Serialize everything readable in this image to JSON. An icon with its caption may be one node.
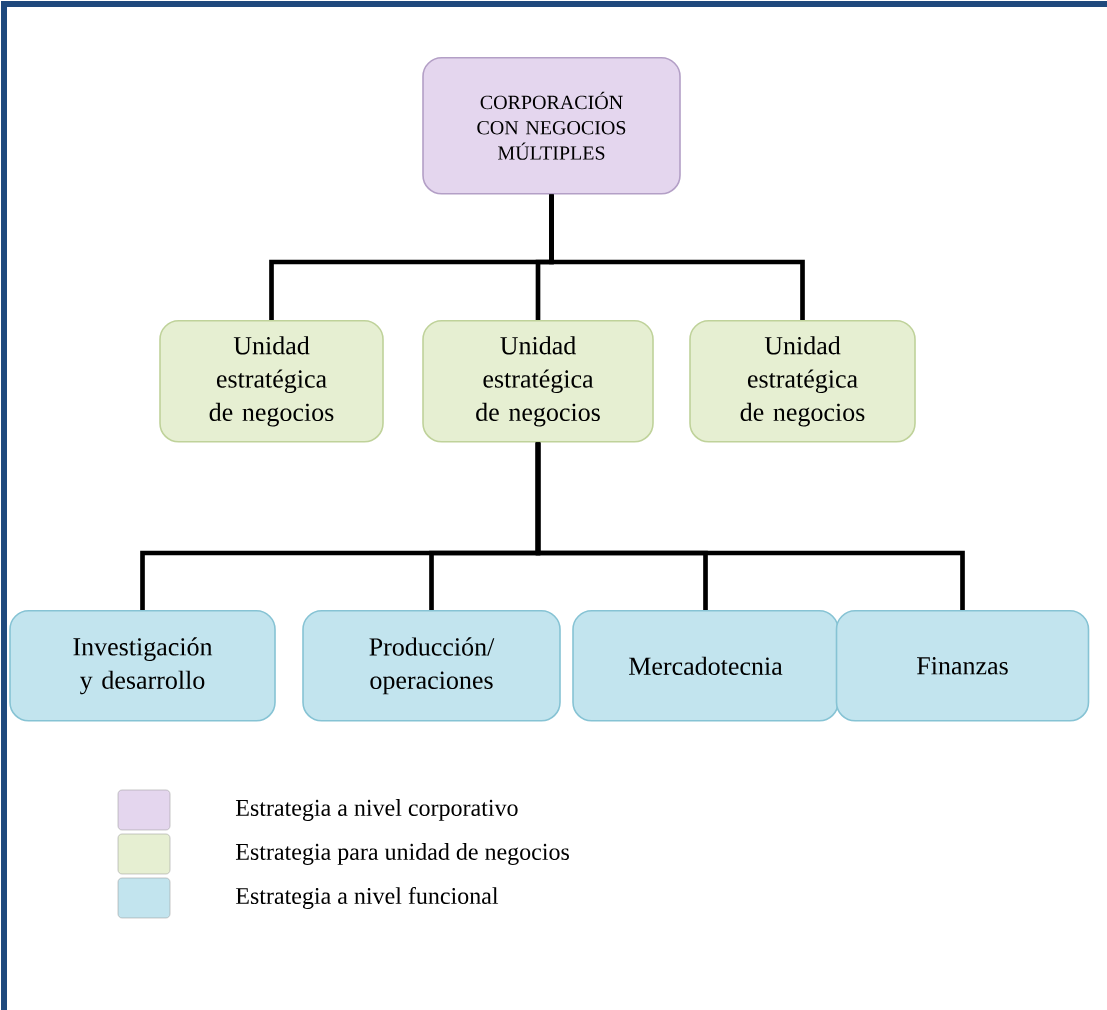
{
  "diagram": {
    "nodes": [
      {
        "text": [
          "CORPORACIÓN CON NEGOCIOS MÚLTIPLES"
        ]
      },
      {
        "text": [
          "Unidad estratégica de negocios"
        ]
      },
      {
        "text": [
          "Unidad estratégica de negocios"
        ]
      },
      {
        "text": [
          "Unidad estratégica de negocios"
        ]
      },
      {
        "text": [
          "Investigación y desarrollo"
        ]
      },
      {
        "text": [
          "Producción/ operaciones"
        ]
      },
      {
        "text": [
          "Mercadotecnia"
        ]
      },
      {
        "text": [
          "Finanzas"
        ]
      }
    ],
    "edges": [
      {
        "from": 0,
        "to": 1,
        "arrow": "none"
      },
      {
        "from": 0,
        "to": 2,
        "arrow": "none"
      },
      {
        "from": 0,
        "to": 3,
        "arrow": "none"
      },
      {
        "from": 2,
        "to": 4,
        "arrow": "none"
      },
      {
        "from": 2,
        "to": 5,
        "arrow": "none"
      },
      {
        "from": 2,
        "to": 6,
        "arrow": "none"
      },
      {
        "from": 2,
        "to": 7,
        "arrow": "none"
      }
    ],
    "legend": [
      {
        "text": "Estrategia a nivel corporativo",
        "color": "#e4d6ee"
      },
      {
        "text": "Estrategia para unidad de negocios",
        "color": "#e6efd2"
      },
      {
        "text": "Estrategia a nivel funcional",
        "color": "#c2e4ee"
      }
    ]
  }
}
